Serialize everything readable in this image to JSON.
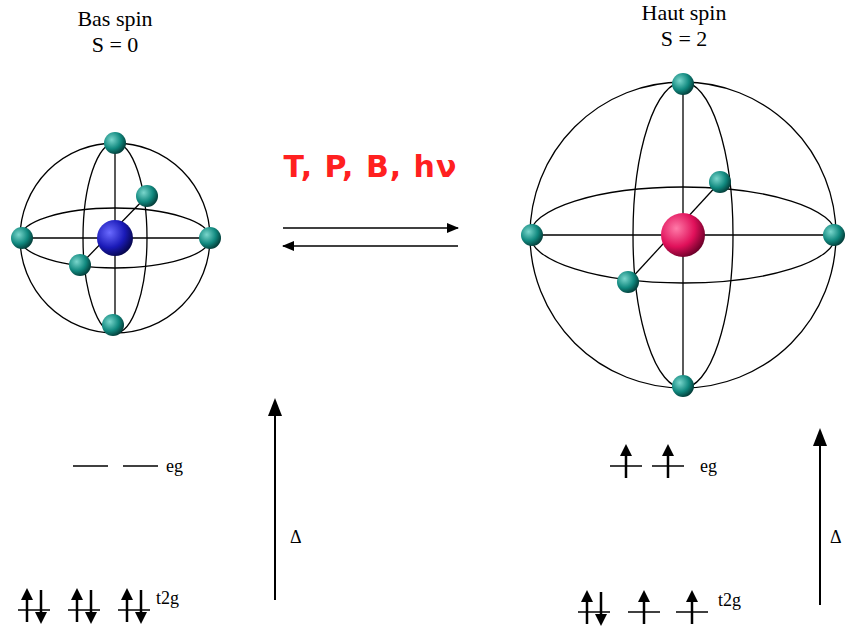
{
  "diagram": {
    "nodes": [
      {
        "text": [
          "Bas spin",
          "S = 0"
        ]
      },
      {
        "text": [
          "Haut spin",
          "S = 2"
        ]
      }
    ],
    "edges": [
      {
        "from": 0,
        "to": 1,
        "arrow": "to",
        "label": "T, P, B, hν"
      },
      {
        "from": 1,
        "to": 0,
        "arrow": "to"
      }
    ],
    "labels": [
      "eg",
      "Δ",
      "t2g",
      "eg",
      "Δ",
      "t2g"
    ]
  }
}
